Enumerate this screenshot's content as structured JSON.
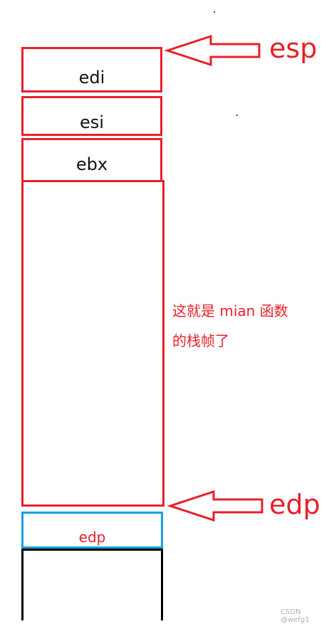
{
  "stack": {
    "slots": [
      {
        "label": "edi"
      },
      {
        "label": "esi"
      },
      {
        "label": "ebx"
      }
    ],
    "saved_ebp_label": "edp"
  },
  "pointers": {
    "top": "esp",
    "base": "edp"
  },
  "annotation": {
    "line1": "这就是 mian 函数",
    "line2": "的栈帧了"
  },
  "watermark": "CSDN @wefg1",
  "colors": {
    "frame": "#e8202a",
    "saved_ebp": "#1a9fe0",
    "lower_stack": "#000000",
    "text": "#111111"
  }
}
